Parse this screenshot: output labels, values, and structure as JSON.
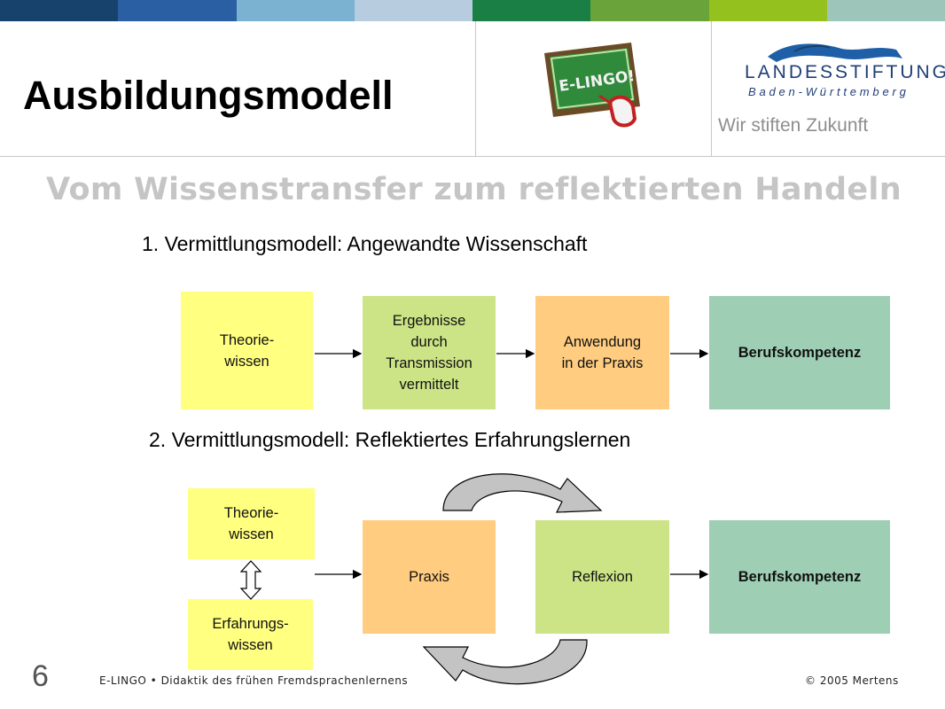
{
  "colors": [
    "#17426b",
    "#2b5fa4",
    "#7bb1d1",
    "#b8cce0",
    "#1a7f45",
    "#6aa33a",
    "#95c11f",
    "#9ec5b9"
  ],
  "header": {
    "title": "Ausbildungsmodell",
    "eling_logo_text": "E-LINGO!",
    "landesstiftung_name": "LANDESSTIFTUNG",
    "landesstiftung_region": "Baden-Württemberg",
    "slogan": "Wir stiften Zukunft"
  },
  "subtitle": "Vom Wissenstransfer zum reflektierten Handeln",
  "model1": {
    "heading": "1. Vermittlungsmodell: Angewandte Wissenschaft",
    "boxes": [
      {
        "text": "Theorie-\nwissen"
      },
      {
        "text": "Ergebnisse\ndurch\nTransmission\nvermittelt"
      },
      {
        "text": "Anwendung\nin der Praxis"
      },
      {
        "text": "Berufskompetenz"
      }
    ]
  },
  "model2": {
    "heading": "2. Vermittlungsmodell: Reflektiertes Erfahrungslernen",
    "boxes": [
      {
        "text": "Theorie-\nwissen"
      },
      {
        "text": "Erfahrungs-\nwissen"
      },
      {
        "text": "Praxis"
      },
      {
        "text": "Reflexion"
      },
      {
        "text": "Berufskompetenz"
      }
    ]
  },
  "footer": {
    "page_number": "6",
    "left_text": "E-LINGO • Didaktik des frühen Fremdsprachenlernens",
    "right_text": "© 2005 Mertens"
  }
}
